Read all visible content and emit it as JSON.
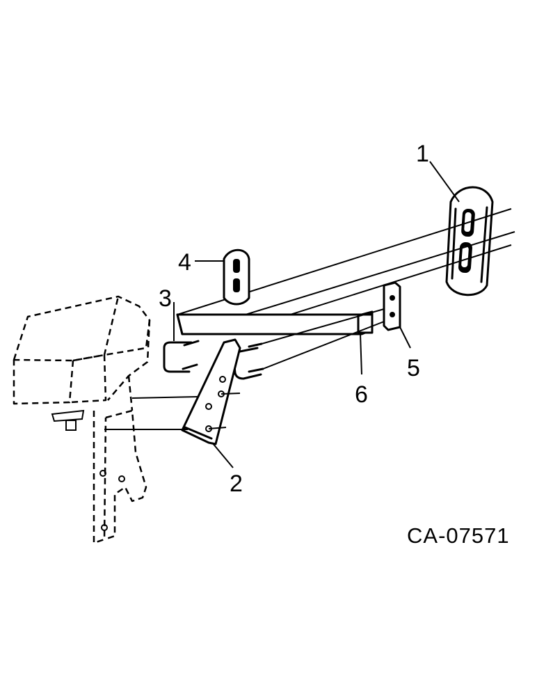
{
  "drawing": {
    "code": "CA-07571",
    "callouts": [
      {
        "id": "1",
        "label": "1"
      },
      {
        "id": "2",
        "label": "2"
      },
      {
        "id": "3",
        "label": "3"
      },
      {
        "id": "4",
        "label": "4"
      },
      {
        "id": "5",
        "label": "5"
      },
      {
        "id": "6",
        "label": "6"
      }
    ],
    "parts": [
      {
        "callout": "1",
        "icon": "slotted-plate-icon"
      },
      {
        "callout": "2",
        "icon": "mounting-bracket-icon"
      },
      {
        "callout": "3",
        "icon": "u-bolt-icon"
      },
      {
        "callout": "4",
        "icon": "slotted-plate-icon"
      },
      {
        "callout": "5",
        "icon": "small-plate-icon"
      },
      {
        "callout": "6",
        "icon": "square-tube-icon"
      }
    ]
  }
}
